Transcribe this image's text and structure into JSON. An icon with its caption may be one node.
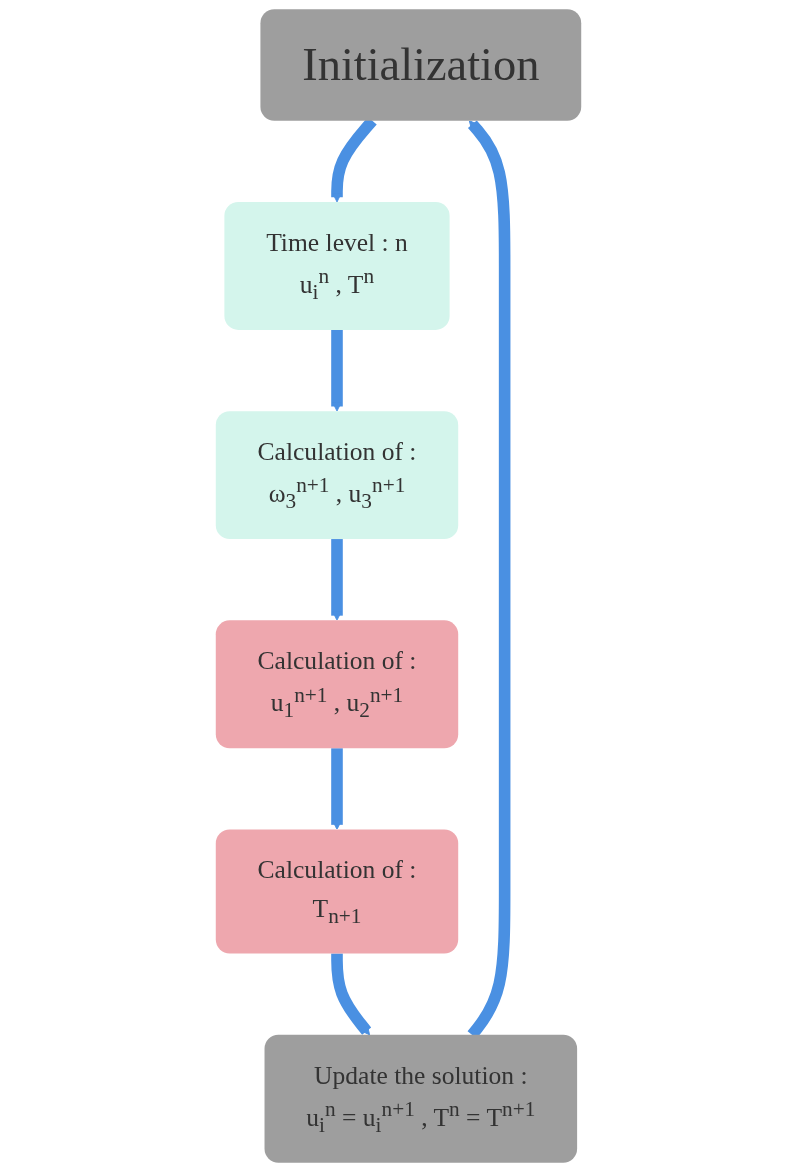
{
  "diagram": {
    "nodes": [
      {
        "text": [
          "Initialization"
        ]
      },
      {
        "text": [
          "Time level : n",
          "u$_{i}$$^{n}$ , T$^{n}$"
        ]
      },
      {
        "text": [
          "Calculation of :",
          "ω$_{3}$$^{n+1}$ , u$_{3}$$^{n+1}$"
        ]
      },
      {
        "text": [
          "Calculation of :",
          "u$_{1}$$^{n+1}$ , u$_{2}$$^{n+1}$"
        ]
      },
      {
        "text": [
          "Calculation of :",
          "T$_{n+1}$"
        ]
      },
      {
        "text": [
          "Update the solution :",
          "u$_{i}$$^{n}$ = u$_{i}$$^{n+1}$ , T$^{n}$ = T$^{n+1}$"
        ]
      }
    ],
    "edges": [
      {
        "from": 0,
        "to": 1,
        "arrow": "to"
      },
      {
        "from": 1,
        "to": 2,
        "arrow": "to"
      },
      {
        "from": 2,
        "to": 3,
        "arrow": "to"
      },
      {
        "from": 3,
        "to": 4,
        "arrow": "to"
      },
      {
        "from": 4,
        "to": 5,
        "arrow": "to"
      },
      {
        "from": 5,
        "to": 0,
        "arrow": "to"
      }
    ]
  }
}
